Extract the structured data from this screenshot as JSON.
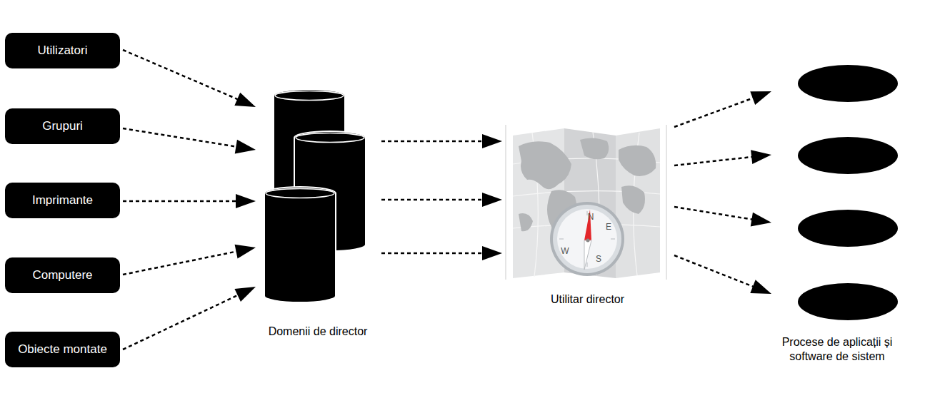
{
  "diagram": {
    "nodes": [
      {
        "text": [
          "Utilizatori"
        ]
      },
      {
        "text": [
          "Grupuri"
        ]
      },
      {
        "text": [
          "Imprimante"
        ]
      },
      {
        "text": [
          "Computere"
        ]
      },
      {
        "text": [
          "Obiecte montate"
        ]
      },
      {
        "text": [
          "Domenii de director"
        ]
      },
      {
        "text": [
          "Utilitar director"
        ]
      },
      {
        "text": [
          "Procese de aplicații și software de sistem"
        ]
      }
    ],
    "edges": [
      {
        "from": 0,
        "to": 5,
        "arrow": "to"
      },
      {
        "from": 1,
        "to": 5,
        "arrow": "to"
      },
      {
        "from": 2,
        "to": 5,
        "arrow": "to"
      },
      {
        "from": 3,
        "to": 5,
        "arrow": "to"
      },
      {
        "from": 4,
        "to": 5,
        "arrow": "to"
      },
      {
        "from": 5,
        "to": 6,
        "arrow": "to"
      },
      {
        "from": 5,
        "to": 6,
        "arrow": "to"
      },
      {
        "from": 5,
        "to": 6,
        "arrow": "to"
      },
      {
        "from": 6,
        "to": 7,
        "arrow": "to"
      },
      {
        "from": 6,
        "to": 7,
        "arrow": "to"
      },
      {
        "from": 6,
        "to": 7,
        "arrow": "to"
      },
      {
        "from": 6,
        "to": 7,
        "arrow": "to"
      }
    ],
    "labels": [
      "N",
      "E",
      "S",
      "W"
    ]
  }
}
